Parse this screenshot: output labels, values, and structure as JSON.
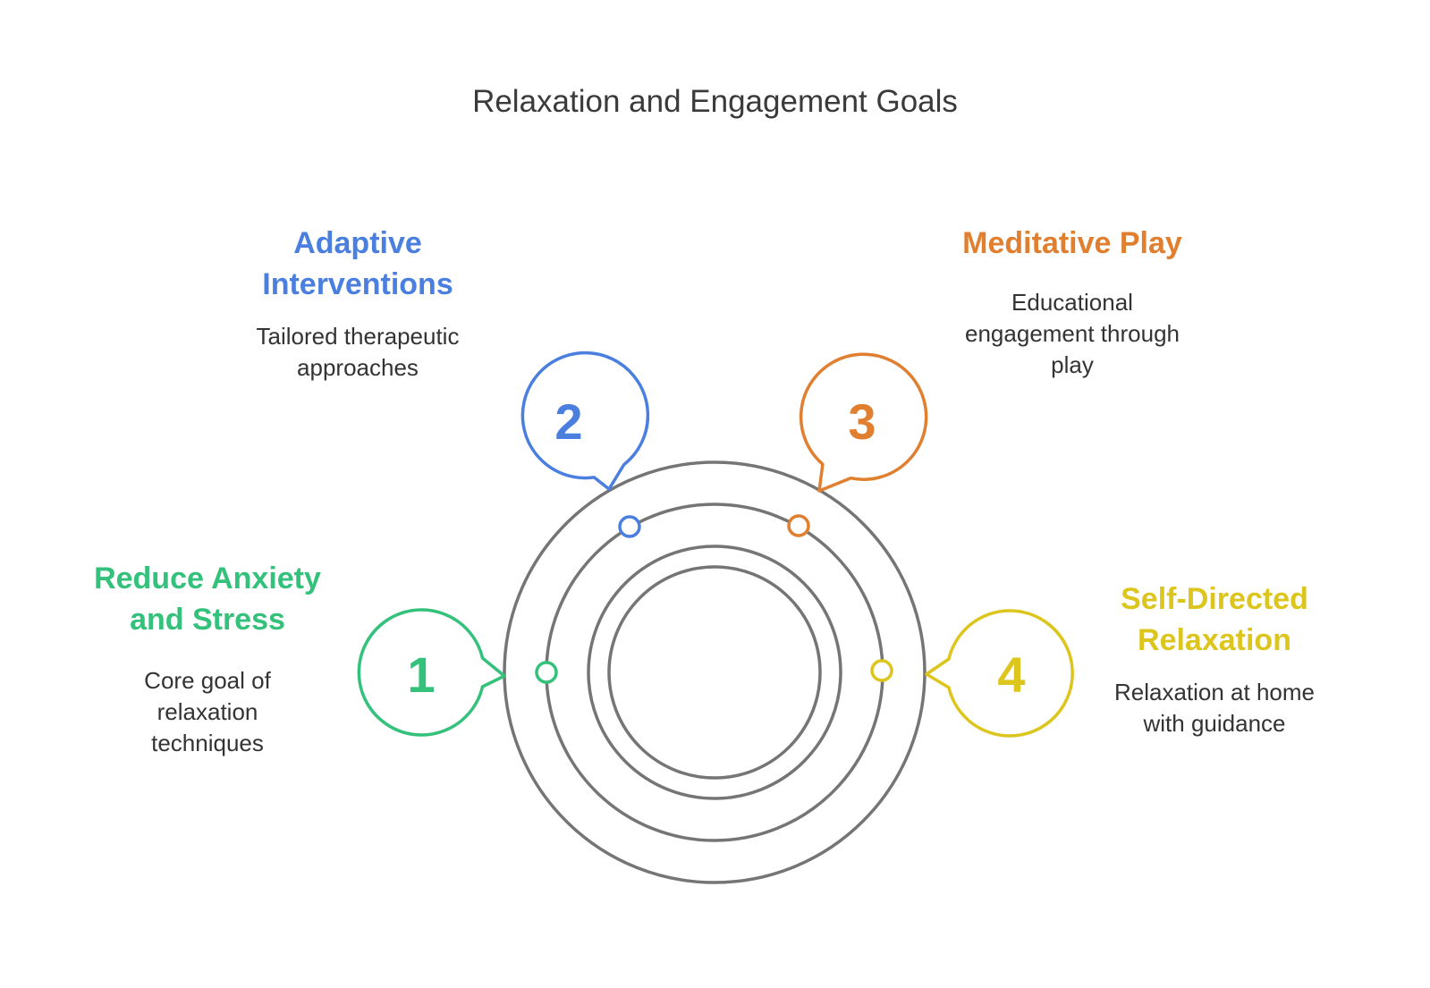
{
  "title": "Relaxation and Engagement Goals",
  "colors": {
    "ring": "#757575",
    "green": "#33c17b",
    "blue": "#4a7fdf",
    "orange": "#e07f2f",
    "yellow": "#dcc51d"
  },
  "items": [
    {
      "number": "1",
      "heading_line1": "Reduce Anxiety",
      "heading_line2": "and Stress",
      "desc_line1": "Core goal of",
      "desc_line2": "relaxation",
      "desc_line3": "techniques",
      "color": "#33c17b"
    },
    {
      "number": "2",
      "heading_line1": "Adaptive",
      "heading_line2": "Interventions",
      "desc_line1": "Tailored therapeutic",
      "desc_line2": "approaches",
      "color": "#4a7fdf"
    },
    {
      "number": "3",
      "heading_line1": "Meditative Play",
      "desc_line1": "Educational",
      "desc_line2": "engagement through",
      "desc_line3": "play",
      "color": "#e07f2f"
    },
    {
      "number": "4",
      "heading_line1": "Self-Directed",
      "heading_line2": "Relaxation",
      "desc_line1": "Relaxation at home",
      "desc_line2": "with guidance",
      "color": "#dcc51d"
    }
  ]
}
